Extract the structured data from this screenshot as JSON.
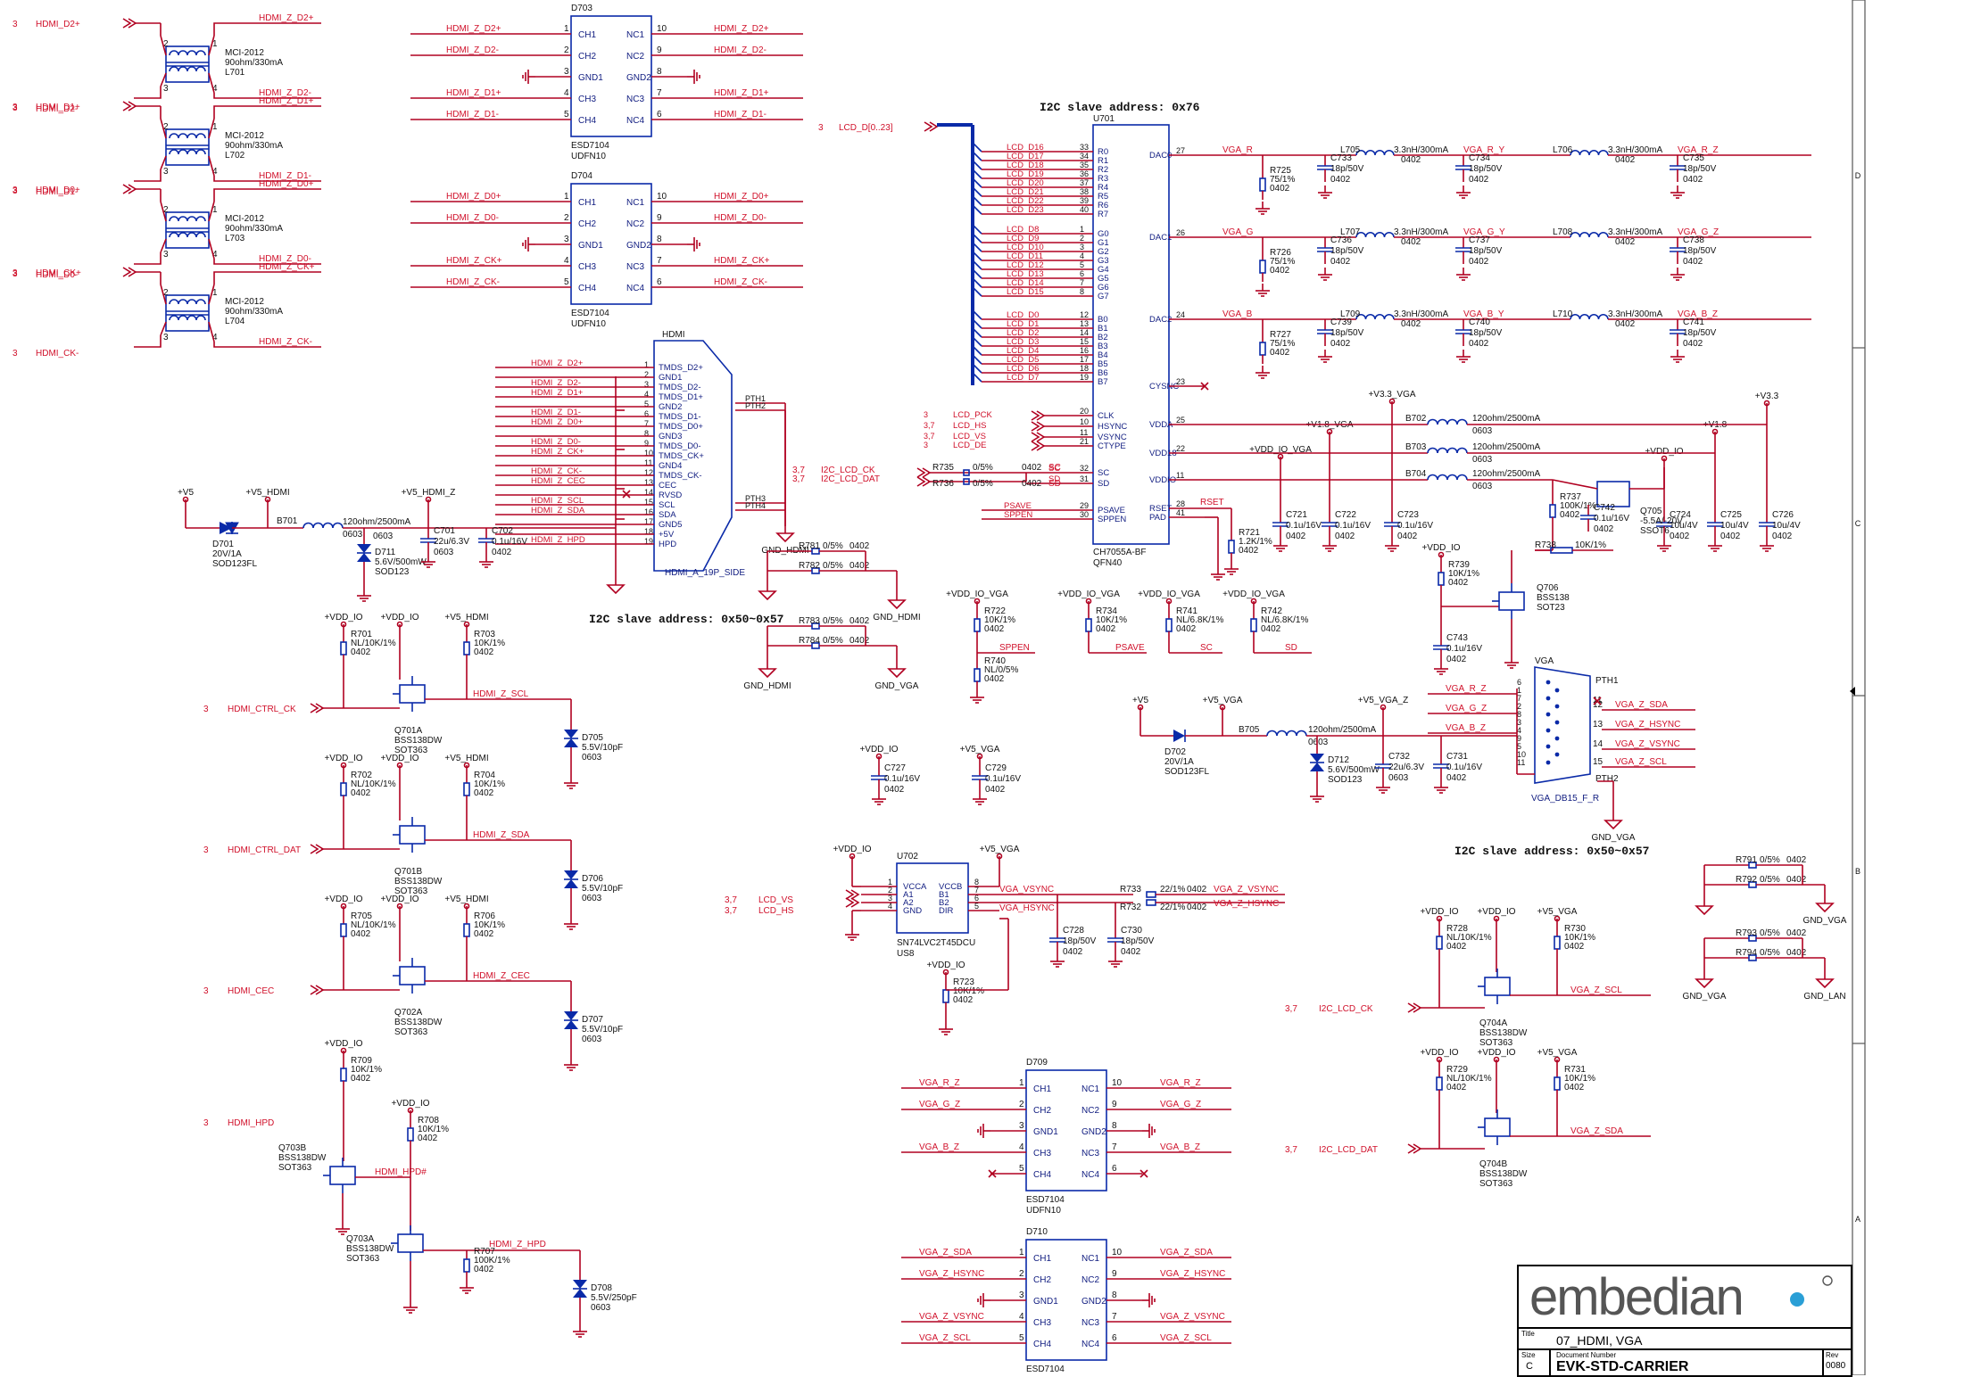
{
  "sheet": {
    "title_label": "Title",
    "title": "07_HDMI, VGA",
    "size_label": "Size",
    "size": "C",
    "docnum_label": "Document Number",
    "docnum": "EVK-STD-CARRIER",
    "rev_label": "Rev",
    "rev": "0080",
    "logo_text": "embedian"
  },
  "headers": {
    "i2c_76": "I2C slave address: 0x76",
    "i2c_hdmi": "I2C slave address: 0x50~0x57",
    "i2c_vga": "I2C slave address: 0x50~0x57"
  },
  "chokes": [
    {
      "ref": "L701",
      "part": "MCI-2012",
      "spec": "90ohm/330mA",
      "in1": "HDMI_D2+",
      "in2": "HDMI_D2-",
      "out1": "HDMI_Z_D2+",
      "out2": "HDMI_Z_D2-"
    },
    {
      "ref": "L702",
      "part": "MCI-2012",
      "spec": "90ohm/330mA",
      "in1": "HDMI_D1+",
      "in2": "HDMI_D1-",
      "out1": "HDMI_Z_D1+",
      "out2": "HDMI_Z_D1-"
    },
    {
      "ref": "L703",
      "part": "MCI-2012",
      "spec": "90ohm/330mA",
      "in1": "HDMI_D0+",
      "in2": "HDMI_D0-",
      "out1": "HDMI_Z_D0+",
      "out2": "HDMI_Z_D0-"
    },
    {
      "ref": "L704",
      "part": "MCI-2012",
      "spec": "90ohm/330mA",
      "in1": "HDMI_CK+",
      "in2": "HDMI_CK-",
      "out1": "HDMI_Z_CK+",
      "out2": "HDMI_Z_CK-"
    }
  ],
  "esd_d703": {
    "ref": "D703",
    "part": "ESD7104",
    "pkg": "UDFN10",
    "nets": [
      "HDMI_Z_D2+",
      "HDMI_Z_D2-",
      "HDMI_Z_D1+",
      "HDMI_Z_D1-"
    ]
  },
  "esd_d704": {
    "ref": "D704",
    "part": "ESD7104",
    "pkg": "UDFN10",
    "nets": [
      "HDMI_Z_D0+",
      "HDMI_Z_D0-",
      "HDMI_Z_CK+",
      "HDMI_Z_CK-"
    ]
  },
  "esd_pins": [
    "CH1",
    "CH2",
    "GND1",
    "CH3",
    "CH4",
    "NC1",
    "NC2",
    "GND2",
    "NC3",
    "NC4"
  ],
  "hdmi_conn": {
    "ref": "HDMI",
    "footprint": "HDMI_A_19P_SIDE",
    "pins": [
      "TMDS_D2+",
      "GND1",
      "TMDS_D2-",
      "TMDS_D1+",
      "GND2",
      "TMDS_D1-",
      "TMDS_D0+",
      "GND3",
      "TMDS_D0-",
      "TMDS_CK+",
      "GND4",
      "TMDS_CK-",
      "CEC",
      "RVSD",
      "SCL",
      "SDA",
      "GND5",
      "+5V",
      "HPD"
    ],
    "nets": [
      "HDMI_Z_D2+",
      "",
      "HDMI_Z_D2-",
      "HDMI_Z_D1+",
      "",
      "HDMI_Z_D1-",
      "HDMI_Z_D0+",
      "",
      "HDMI_Z_D0-",
      "HDMI_Z_CK+",
      "",
      "HDMI_Z_CK-",
      "HDMI_Z_CEC",
      "",
      "HDMI_Z_SCL",
      "HDMI_Z_SDA",
      "",
      "",
      "HDMI_Z_HPD"
    ],
    "pth": [
      "PTH1",
      "PTH2",
      "PTH3",
      "PTH4"
    ],
    "gnd": "GND_HDMI"
  },
  "power": {
    "v5": "+V5",
    "v5_hdmi": "+V5_HDMI",
    "v5_hdmi_z": "+V5_HDMI_Z",
    "vdd_io": "+VDD_IO",
    "v5_vga": "+V5_VGA",
    "v5_vga_z": "+V5_VGA_Z",
    "v3v3": "+V3.3",
    "v3v3_vga": "+V3.3_VGA",
    "v1v8": "+V1.8",
    "v1v8_vga": "+V1.8_VGA",
    "vdd_io_vga": "+VDD_IO_VGA",
    "gnd_vga": "GND_VGA",
    "gnd_hdmi": "GND_HDMI",
    "gnd_lan": "GND_LAN"
  },
  "hdmi_power": {
    "d701": {
      "ref": "D701",
      "v": "20V/1A",
      "pkg": "SOD123FL"
    },
    "b701": {
      "ref": "B701",
      "v": "120ohm/2500mA",
      "pkg": "0603"
    },
    "d711": {
      "ref": "D711",
      "v": "5.6V/500mW",
      "pkg": "SOD123"
    },
    "c701": {
      "ref": "C701",
      "v": "22u/6.3V",
      "pkg": "0603"
    },
    "c702": {
      "ref": "C702",
      "v": "0.1u/16V",
      "pkg": "0402"
    }
  },
  "lvl": [
    {
      "rl": "R701",
      "rlv": "NL/10K/1%",
      "rr": "R703",
      "rrv": "10K/1%",
      "q": "Q701A",
      "in": "HDMI_CTRL_CK",
      "out": "HDMI_Z_SCL",
      "d": "D705",
      "dv": "5.5V/10pF"
    },
    {
      "rl": "R702",
      "rlv": "NL/10K/1%",
      "rr": "R704",
      "rrv": "10K/1%",
      "q": "Q701B",
      "in": "HDMI_CTRL_DAT",
      "out": "HDMI_Z_SDA",
      "d": "D706",
      "dv": "5.5V/10pF"
    },
    {
      "rl": "R705",
      "rlv": "NL/10K/1%",
      "rr": "R706",
      "rrv": "10K/1%",
      "q": "Q702A",
      "in": "HDMI_CEC",
      "out": "HDMI_Z_CEC",
      "d": "D707",
      "dv": "5.5V/10pF"
    }
  ],
  "hpd": {
    "r709": "R709",
    "r709v": "10K/1%",
    "r708": "R708",
    "r708v": "10K/1%",
    "r707": "R707",
    "r707v": "100K/1%",
    "q1": "Q703B",
    "q2": "Q703A",
    "qpart": "BSS138DW",
    "qpkg": "SOT363",
    "in": "HDMI_HPD",
    "mid": "HDMI_HPD#",
    "out": "HDMI_Z_HPD",
    "d": "D708",
    "dv": "5.5V/250pF"
  },
  "u701": {
    "ref": "U701",
    "part": "CH7055A-BF",
    "pkg": "QFN40",
    "lpins": [
      "R0",
      "R1",
      "R2",
      "R3",
      "R4",
      "R5",
      "R6",
      "R7",
      "G0",
      "G1",
      "G2",
      "G3",
      "G4",
      "G5",
      "G6",
      "G7",
      "B0",
      "B1",
      "B2",
      "B3",
      "B4",
      "B5",
      "B6",
      "B7",
      "CLK",
      "HSYNC",
      "VSYNC",
      "CTYPE",
      "SC",
      "SD",
      "PSAVE",
      "SPPEN"
    ],
    "lnums": [
      "33",
      "34",
      "35",
      "36",
      "37",
      "38",
      "39",
      "40",
      "1",
      "2",
      "3",
      "4",
      "5",
      "6",
      "7",
      "8",
      "12",
      "13",
      "14",
      "15",
      "16",
      "17",
      "18",
      "19",
      "20",
      "10",
      "11",
      "21",
      "32",
      "31",
      "29",
      "30"
    ],
    "lnets": [
      "LCD_D16",
      "LCD_D17",
      "LCD_D18",
      "LCD_D19",
      "LCD_D20",
      "LCD_D21",
      "LCD_D22",
      "LCD_D23",
      "LCD_D8",
      "LCD_D9",
      "LCD_D10",
      "LCD_D11",
      "LCD_D12",
      "LCD_D13",
      "LCD_D14",
      "LCD_D15",
      "LCD_D0",
      "LCD_D1",
      "LCD_D2",
      "LCD_D3",
      "LCD_D4",
      "LCD_D5",
      "LCD_D6",
      "LCD_D7",
      "LCD_PCK",
      "LCD_HS",
      "LCD_VS",
      "LCD_DE",
      "SC",
      "SD",
      "PSAVE",
      "SPPEN"
    ],
    "rpins": [
      "DAC0",
      "DAC1",
      "DAC2",
      "CYSNC",
      "VDDA",
      "VDD18",
      "VDDIO",
      "RSET",
      "PAD"
    ],
    "rnums": [
      "27",
      "26",
      "24",
      "23",
      "25",
      "22",
      "11",
      "28",
      "41"
    ],
    "bus": "LCD_D[0..23]"
  },
  "vga_filter": [
    {
      "net": "VGA_R",
      "mid": "VGA_R_Y",
      "out": "VGA_R_Z",
      "r": "R725",
      "c1": "C733",
      "c2": "C734",
      "c3": "C735",
      "l1": "L705",
      "l2": "L706"
    },
    {
      "net": "VGA_G",
      "mid": "VGA_G_Y",
      "out": "VGA_G_Z",
      "r": "R726",
      "c1": "C736",
      "c2": "C737",
      "c3": "C738",
      "l1": "L707",
      "l2": "L708"
    },
    {
      "net": "VGA_B",
      "mid": "VGA_B_Y",
      "out": "VGA_B_Z",
      "r": "R727",
      "c1": "C739",
      "c2": "C740",
      "c3": "C741",
      "l1": "L709",
      "l2": "L710"
    }
  ],
  "vga_vals": {
    "r": "75/1%",
    "c": "18p/50V",
    "l": "3.3nH/300mA",
    "pkg": "0402"
  },
  "vga_power": {
    "b702": "B702",
    "b703": "B703",
    "b704": "B704",
    "bv": "120ohm/2500mA",
    "bpkg": "0603",
    "caps": [
      {
        "r": "C721",
        "v": "0.1u/16V"
      },
      {
        "r": "C722",
        "v": "0.1u/16V"
      },
      {
        "r": "C723",
        "v": "0.1u/16V"
      },
      {
        "r": "C724",
        "v": "10u/4V"
      },
      {
        "r": "C725",
        "v": "10u/4V"
      },
      {
        "r": "C726",
        "v": "10u/4V"
      }
    ],
    "r721": "R721",
    "r721v": "1.2K/1%",
    "rset": "RSET",
    "r737": "R737",
    "r737v": "100K/1%",
    "c742": "C742",
    "c742v": "0.1u/16V",
    "q705": "Q705",
    "q705v": "-5.5A/-20V",
    "q705p": "SSOT6",
    "r738": "R738",
    "r738v": "10K/1%"
  },
  "i2c_mux": {
    "r735": "R735",
    "r736": "R736",
    "rv": "0/5%",
    "sc": "SC",
    "sd": "SD",
    "ck": "I2C_LCD_CK",
    "dat": "I2C_LCD_DAT",
    "ref": "3,7"
  },
  "jumpers": [
    {
      "r": "R781",
      "v": "0/5%"
    },
    {
      "r": "R782",
      "v": "0/5%"
    },
    {
      "r": "R783",
      "v": "0/5%"
    },
    {
      "r": "R784",
      "v": "0/5%"
    },
    {
      "r": "R791",
      "v": "0/5%"
    },
    {
      "r": "R792",
      "v": "0/5%"
    },
    {
      "r": "R793",
      "v": "0/5%"
    },
    {
      "r": "R794",
      "v": "0/5%"
    }
  ],
  "straps": [
    {
      "r": "R722",
      "v": "10K/1%",
      "net": "SPPEN"
    },
    {
      "r": "R740",
      "v": "NL/0/5%",
      "net": ""
    },
    {
      "r": "R734",
      "v": "10K/1%",
      "net": "PSAVE"
    },
    {
      "r": "R741",
      "v": "NL/6.8K/1%",
      "net": "SC"
    },
    {
      "r": "R742",
      "v": "NL/6.8K/1%",
      "net": "SD"
    }
  ],
  "vga_mosfet": {
    "r739": "R739",
    "r739v": "10K/1%",
    "q706": "Q706",
    "q706p": "BSS138",
    "q706k": "SOT23",
    "c743": "C743",
    "c743v": "0.1u/16V"
  },
  "vga_conn": {
    "ref": "VGA",
    "footprint": "VGA_DB15_F_R",
    "nets": [
      "VGA_R_Z",
      "VGA_G_Z",
      "VGA_B_Z",
      "VGA_Z_SDA",
      "VGA_Z_HSYNC",
      "VGA_Z_VSYNC",
      "VGA_Z_SCL"
    ],
    "pins": [
      "6",
      "1",
      "7",
      "2",
      "8",
      "3",
      "4",
      "9",
      "5",
      "10",
      "11",
      "12",
      "13",
      "14",
      "15"
    ],
    "pth": [
      "PTH1",
      "PTH2"
    ]
  },
  "vga_power_in": {
    "d702": "D702",
    "d702v": "20V/1A",
    "d702p": "SOD123FL",
    "b705": "B705",
    "b705v": "120ohm/2500mA",
    "d712": "D712",
    "d712v": "5.6V/500mW",
    "d712p": "SOD123",
    "c732": "C732",
    "c732v": "22u/6.3V",
    "c731": "C731",
    "c731v": "0.1u/16V"
  },
  "u702": {
    "ref": "U702",
    "part": "SN74LVC2T45DCU",
    "pkg": "US8",
    "lpins": [
      "VCCA",
      "A1",
      "A2",
      "GND"
    ],
    "rpins": [
      "VCCB",
      "B1",
      "B2",
      "DIR"
    ],
    "lnums": [
      "1",
      "2",
      "3",
      "4"
    ],
    "rnums": [
      "8",
      "7",
      "6",
      "5"
    ],
    "in1": "LCD_VS",
    "in2": "LCD_HS",
    "out1": "VGA_VSYNC",
    "out2": "VGA_HSYNC"
  },
  "u702_parts": {
    "c727": "C727",
    "c729": "C729",
    "cv": "0.1u/16V",
    "r723": "R723",
    "r723v": "10K/1%",
    "r733": "R733",
    "r732": "R732",
    "rv": "22/1%",
    "c728": "C728",
    "c730": "C730",
    "c2v": "18p/50V"
  },
  "vga_lvl": [
    {
      "rl": "R728",
      "rlv": "NL/10K/1%",
      "rr": "R730",
      "rrv": "10K/1%",
      "q": "Q704A",
      "in": "I2C_LCD_CK",
      "out": "VGA_Z_SCL"
    },
    {
      "rl": "R729",
      "rlv": "NL/10K/1%",
      "rr": "R731",
      "rrv": "10K/1%",
      "q": "Q704B",
      "in": "I2C_LCD_DAT",
      "out": "VGA_Z_SDA"
    }
  ],
  "esd_d709": {
    "ref": "D709",
    "part": "ESD7104",
    "pkg": "UDFN10",
    "nets": [
      "VGA_R_Z",
      "VGA_G_Z",
      "VGA_B_Z"
    ]
  },
  "esd_d710": {
    "ref": "D710",
    "part": "ESD7104",
    "nets": [
      "VGA_Z_SDA",
      "VGA_Z_HSYNC",
      "VGA_Z_VSYNC",
      "VGA_Z_SCL"
    ]
  },
  "common": {
    "qpart": "BSS138DW",
    "qpkg": "SOT363",
    "pkg0402": "0402",
    "pkg0603": "0603",
    "sheet_ref": "3",
    "sheet_ref37": "3,7",
    "border_d": "D",
    "border_c": "C",
    "border_b": "B",
    "border_a": "A"
  }
}
